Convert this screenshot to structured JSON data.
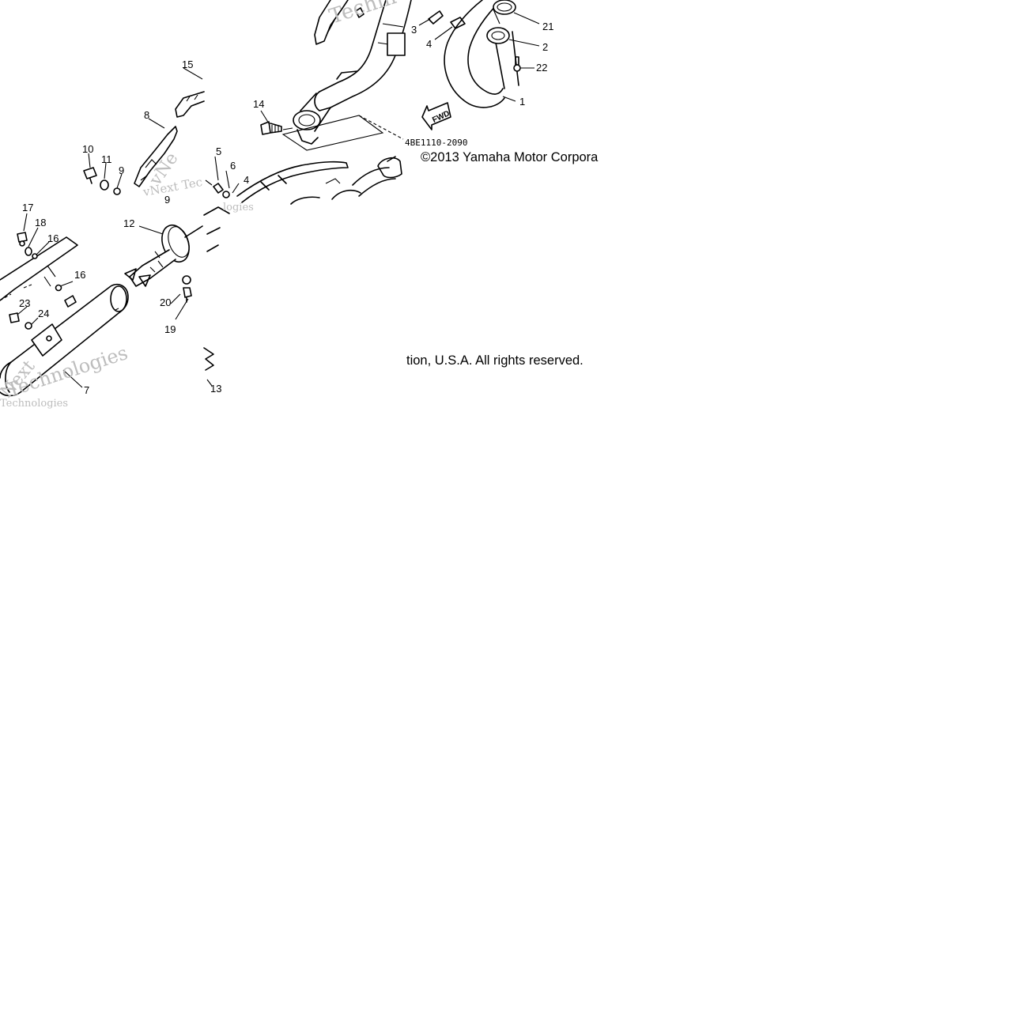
{
  "diagram": {
    "callouts": [
      "1",
      "2",
      "3",
      "4",
      "4",
      "5",
      "6",
      "7",
      "8",
      "9",
      "9",
      "10",
      "11",
      "12",
      "13",
      "14",
      "15",
      "16",
      "16",
      "17",
      "18",
      "19",
      "20",
      "21",
      "22",
      "23",
      "24"
    ],
    "part_number": "4BE1110-2090",
    "copyright_line1": "©2013 Yamaha Motor Corpora",
    "copyright_line2": "tion, U.S.A. All rights reserved.",
    "fwd_label": "FWD",
    "watermarks": [
      "Techni",
      "vNext Tec",
      "vNe",
      "logies",
      "Next",
      "Technologies",
      "Technologies"
    ]
  }
}
